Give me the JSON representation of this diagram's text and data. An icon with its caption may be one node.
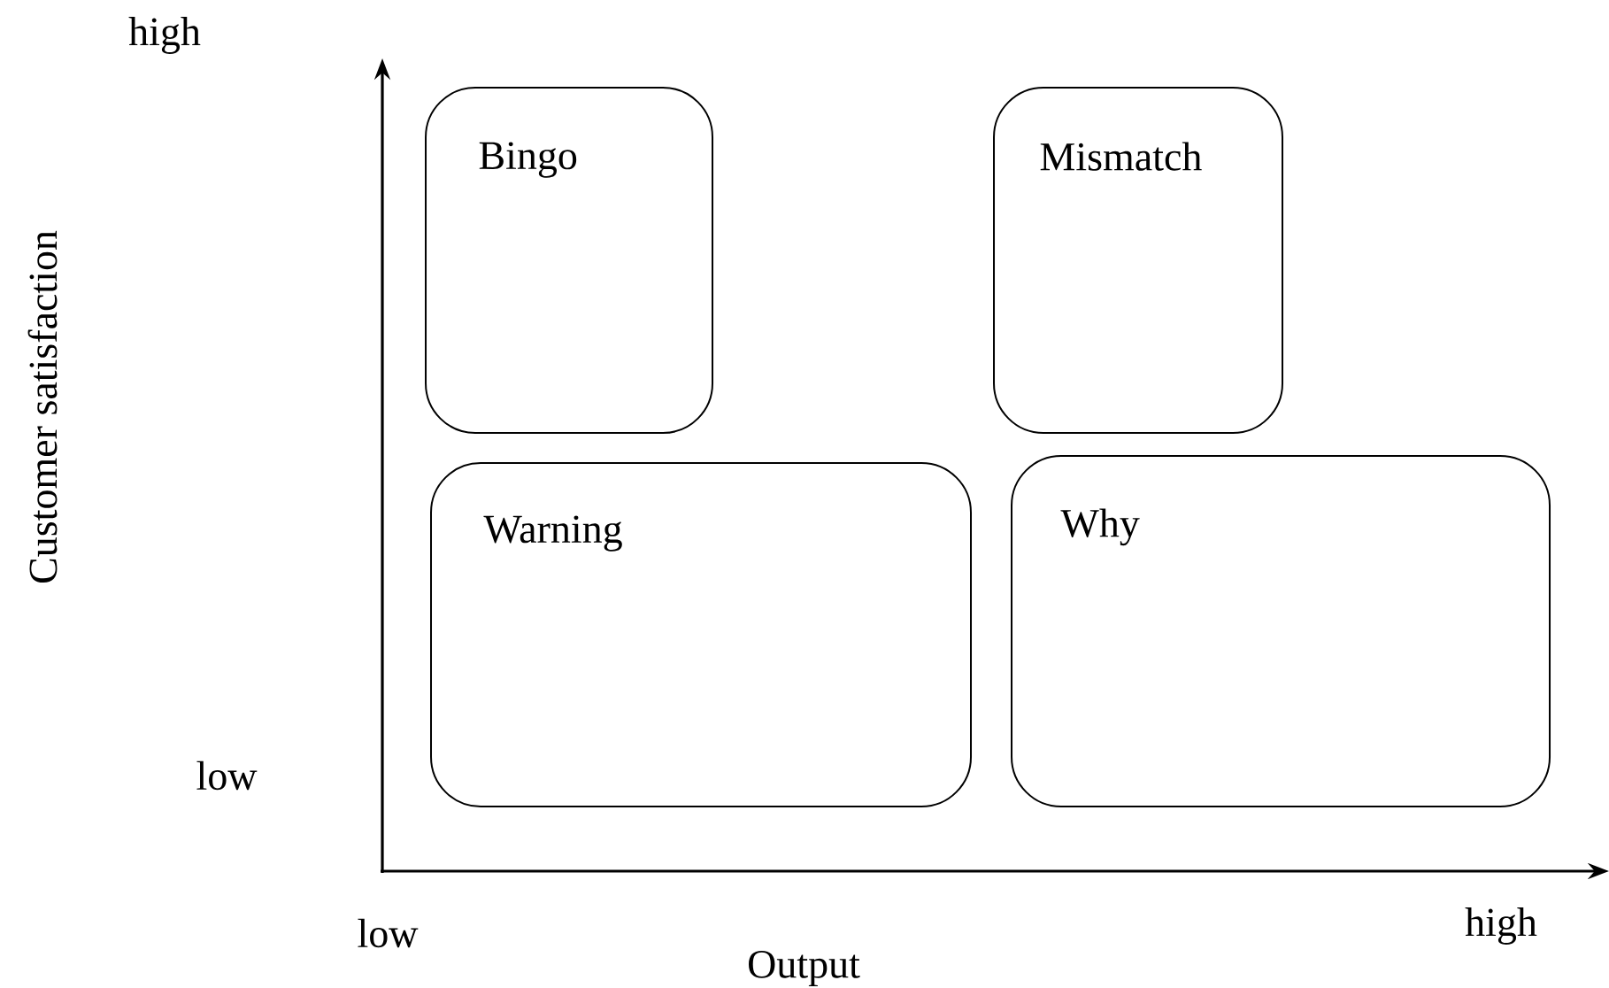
{
  "diagram": {
    "nodes": [
      {
        "text": [
          "Bingo"
        ]
      },
      {
        "text": [
          "Mismatch"
        ]
      },
      {
        "text": [
          "Warning"
        ]
      },
      {
        "text": [
          "Why"
        ]
      }
    ],
    "edges": [],
    "labels": [
      "high",
      "Customer satisfaction",
      "low",
      "low",
      "Output",
      "high"
    ]
  }
}
